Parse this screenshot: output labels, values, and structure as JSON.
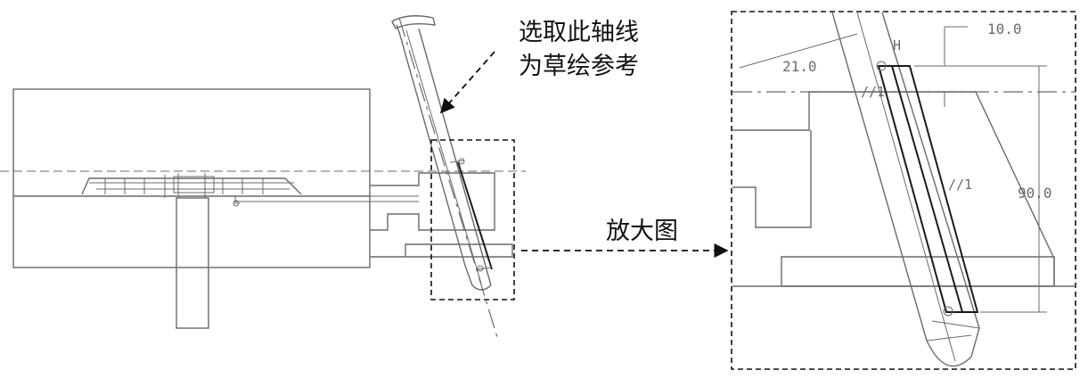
{
  "callouts": {
    "axis_note_line1": "选取此轴线",
    "axis_note_line2": "为草绘参考",
    "zoom_label": "放大图"
  },
  "dimensions": {
    "angle": "21.0",
    "offset": "10.0",
    "height": "90.0"
  },
  "constraint_marks": {
    "horizontal": "H",
    "parallel_top": "//1",
    "parallel_mid": "//1"
  },
  "colors": {
    "geometry": "#6a6a6a",
    "sketch": "#1a1a1a",
    "annotation": "#111111"
  }
}
